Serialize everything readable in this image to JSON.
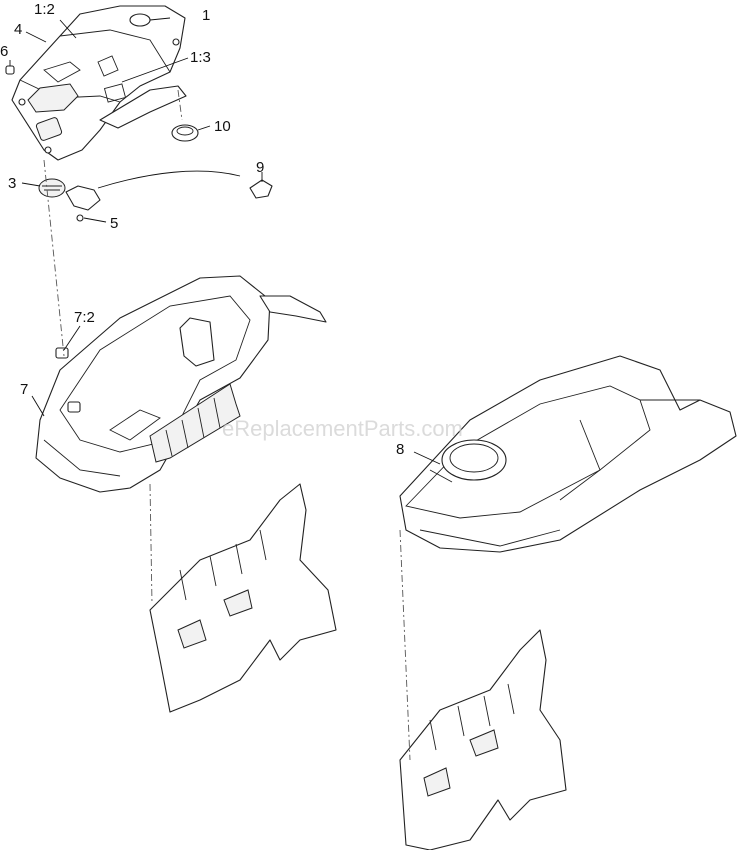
{
  "watermark": "eReplacementParts.com",
  "callouts": {
    "c1": "1",
    "c1_2": "1:2",
    "c1_3": "1:3",
    "c3": "3",
    "c4": "4",
    "c5": "5",
    "c6": "6",
    "c7": "7",
    "c7_2": "7:2",
    "c8": "8",
    "c9": "9",
    "c10": "10"
  }
}
